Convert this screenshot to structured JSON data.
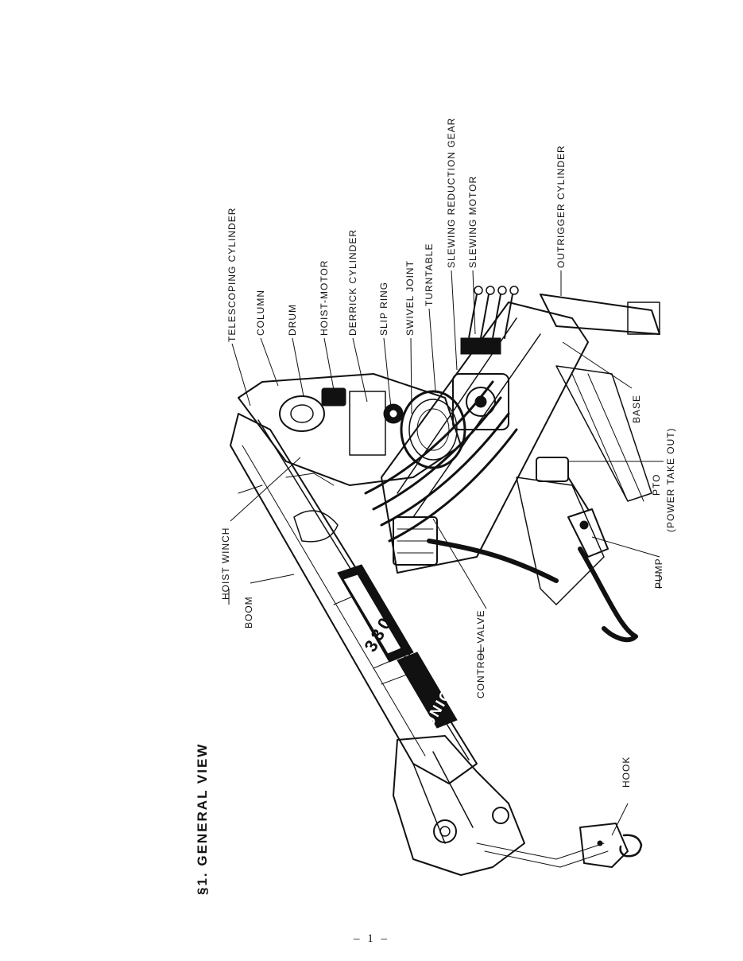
{
  "page": {
    "section_title": "§1.  GENERAL VIEW",
    "page_number": "– 1 –"
  },
  "brand": {
    "logo_text": "UNIC",
    "model_text": "330"
  },
  "labels": {
    "telescoping_cylinder": "TELESCOPING CYLINDER",
    "column": "COLUMN",
    "drum": "DRUM",
    "hoist_motor": "HOIST-MOTOR",
    "derrick_cylinder": "DERRICK CYLINDER",
    "slip_ring": "SLIP RING",
    "swivel_joint": "SWIVEL JOINT",
    "turntable": "TURNTABLE",
    "slewing_reduction_gear": "SLEWING REDUCTION GEAR",
    "slewing_motor": "SLEWING MOTOR",
    "outrigger_cylinder": "OUTRIGGER CYLINDER",
    "base": "BASE",
    "pto": "PTO",
    "pto_full": "(POWER TAKE OUT)",
    "pump": "PUMP",
    "control_valve": "CONTROL VALVE",
    "hoist_winch": "HOIST WINCH",
    "boom": "BOOM",
    "hook": "HOOK"
  }
}
